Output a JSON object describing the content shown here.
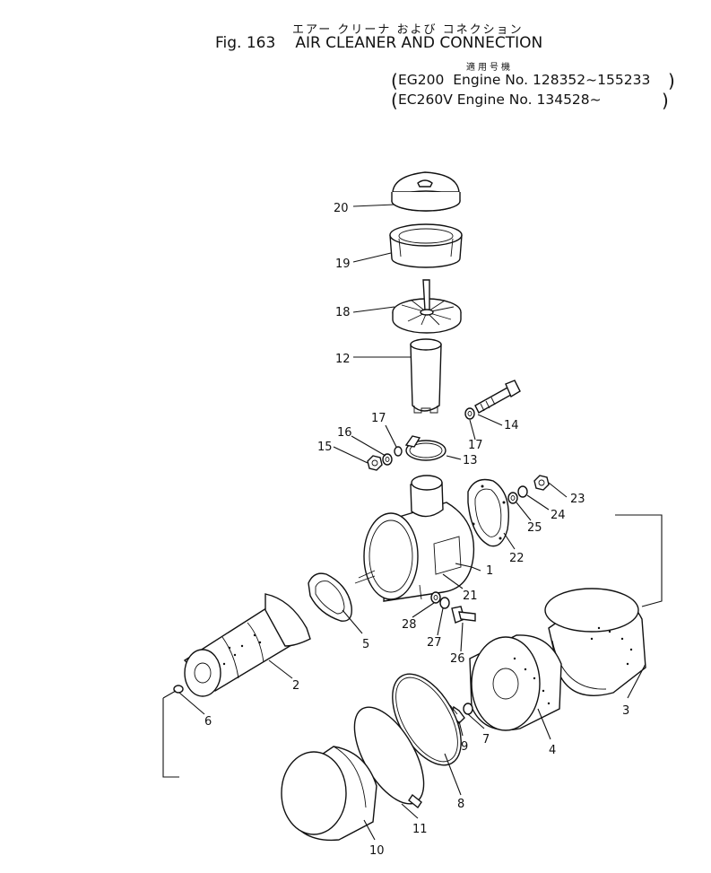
{
  "header": {
    "jp_title": "エアー クリーナ および コネクション",
    "fig_number": "Fig. 163",
    "fig_title": "AIR CLEANER AND CONNECTION",
    "jp_applicability": "適用号機",
    "applicability": [
      {
        "model": "EG200",
        "engine_label": "Engine No.",
        "range": "128352~155233"
      },
      {
        "model": "EC260V",
        "engine_label": "Engine No.",
        "range": "134528~"
      }
    ]
  },
  "parts": [
    {
      "no": "1"
    },
    {
      "no": "2"
    },
    {
      "no": "3"
    },
    {
      "no": "4"
    },
    {
      "no": "5"
    },
    {
      "no": "6"
    },
    {
      "no": "7"
    },
    {
      "no": "8"
    },
    {
      "no": "9"
    },
    {
      "no": "10"
    },
    {
      "no": "11"
    },
    {
      "no": "12"
    },
    {
      "no": "13"
    },
    {
      "no": "14"
    },
    {
      "no": "15"
    },
    {
      "no": "16"
    },
    {
      "no": "17"
    },
    {
      "no": "17"
    },
    {
      "no": "18"
    },
    {
      "no": "19"
    },
    {
      "no": "20"
    },
    {
      "no": "21"
    },
    {
      "no": "22"
    },
    {
      "no": "23"
    },
    {
      "no": "24"
    },
    {
      "no": "25"
    },
    {
      "no": "26"
    },
    {
      "no": "27"
    },
    {
      "no": "28"
    }
  ]
}
